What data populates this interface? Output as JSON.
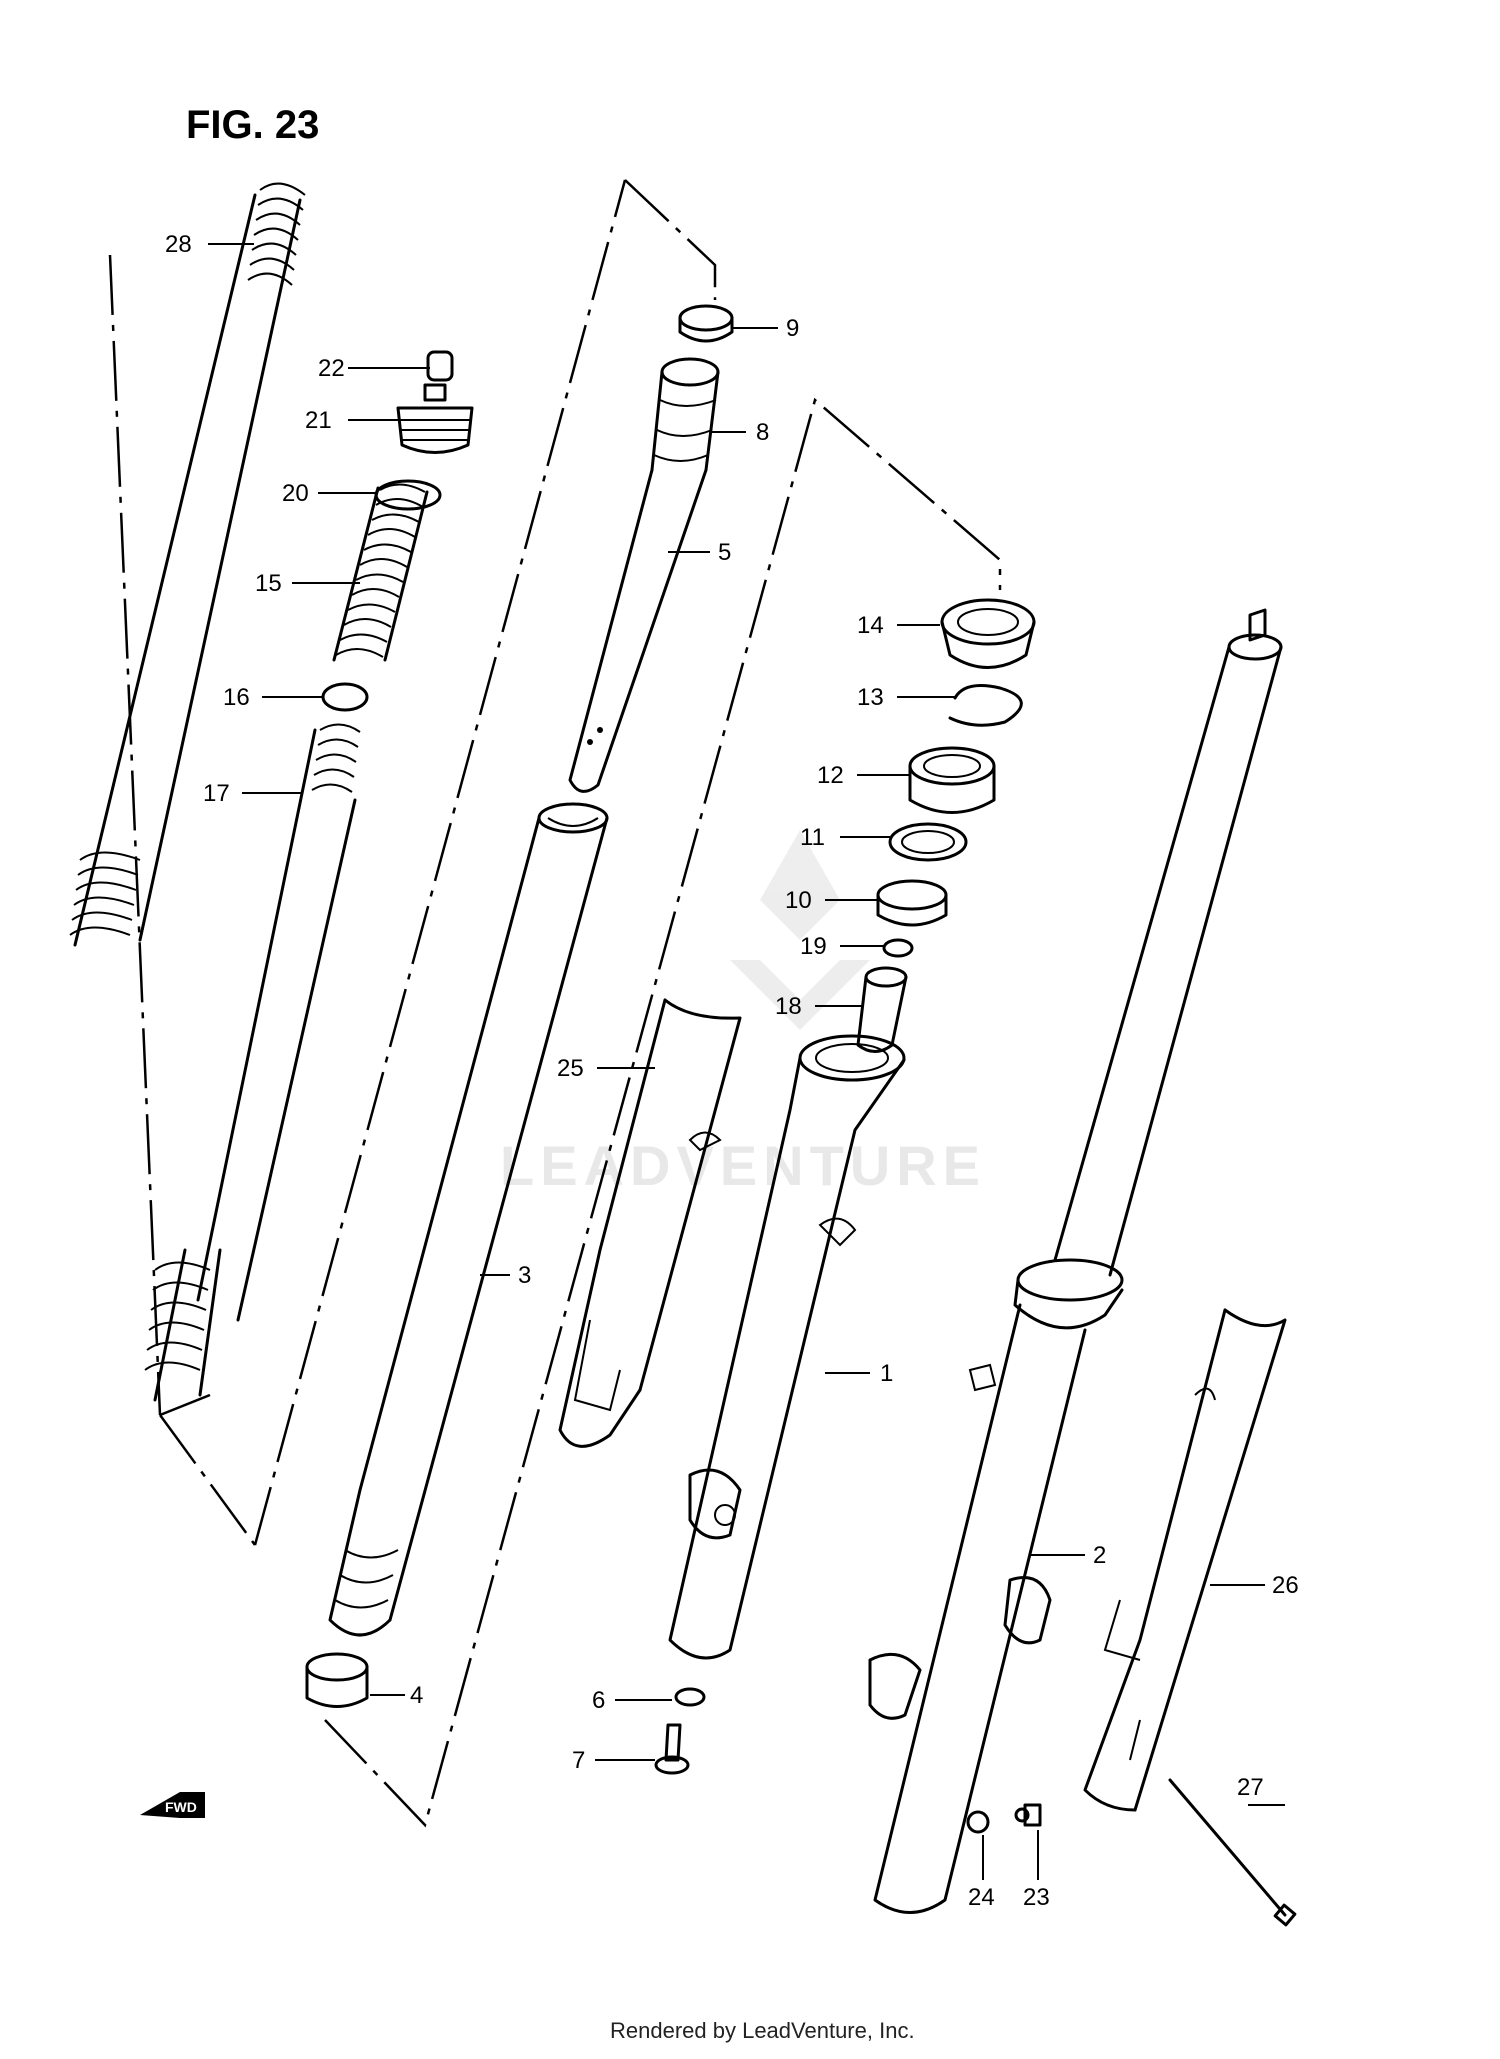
{
  "figure": {
    "title": "FIG. 23"
  },
  "footer": {
    "credit": "Rendered by LeadVenture, Inc."
  },
  "watermark": {
    "text": "LEADVENTURE"
  },
  "fwd_badge": {
    "label": "FWD"
  },
  "callouts": [
    {
      "label": "28"
    },
    {
      "label": "22"
    },
    {
      "label": "21"
    },
    {
      "label": "20"
    },
    {
      "label": "15"
    },
    {
      "label": "16"
    },
    {
      "label": "17"
    },
    {
      "label": "9"
    },
    {
      "label": "8"
    },
    {
      "label": "5"
    },
    {
      "label": "14"
    },
    {
      "label": "13"
    },
    {
      "label": "12"
    },
    {
      "label": "11"
    },
    {
      "label": "10"
    },
    {
      "label": "19"
    },
    {
      "label": "18"
    },
    {
      "label": "25"
    },
    {
      "label": "3"
    },
    {
      "label": "1"
    },
    {
      "label": "2"
    },
    {
      "label": "26"
    },
    {
      "label": "4"
    },
    {
      "label": "6"
    },
    {
      "label": "7"
    },
    {
      "label": "27"
    },
    {
      "label": "24"
    },
    {
      "label": "23"
    }
  ]
}
